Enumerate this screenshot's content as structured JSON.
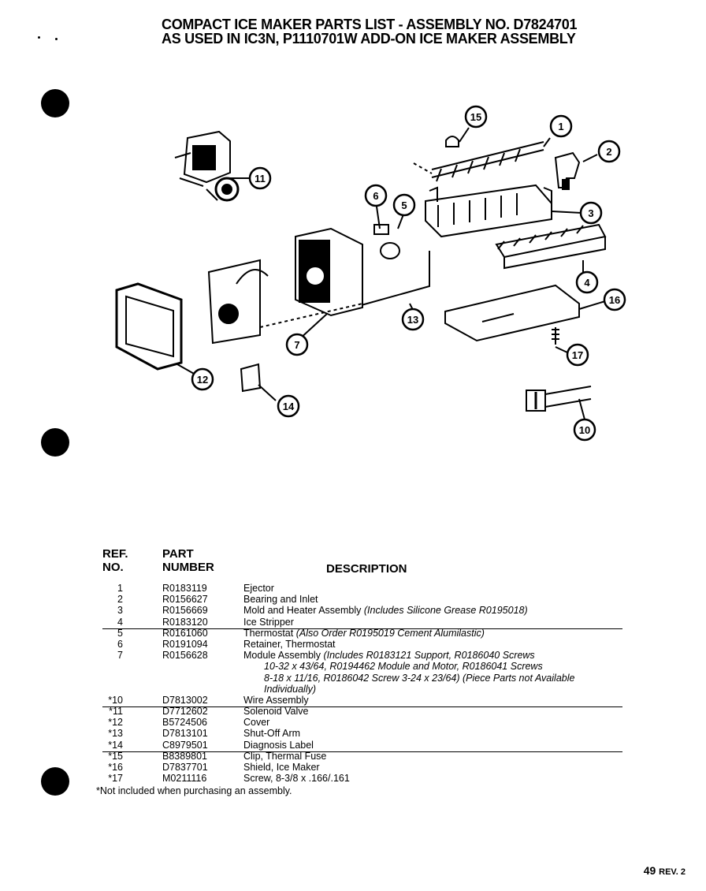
{
  "header": {
    "title_line1": "COMPACT ICE MAKER PARTS LIST - ASSEMBLY NO. D7824701",
    "title_line2": "AS USED IN IC3N, P1110701W ADD-ON ICE MAKER ASSEMBLY"
  },
  "diagram": {
    "callouts": [
      "1",
      "2",
      "3",
      "4",
      "5",
      "6",
      "7",
      "10",
      "11",
      "12",
      "13",
      "14",
      "15",
      "16",
      "17"
    ]
  },
  "table": {
    "col_ref_line1": "REF.",
    "col_ref_line2": "NO.",
    "col_part_line1": "PART",
    "col_part_line2": "NUMBER",
    "col_desc": "DESCRIPTION",
    "rows": [
      {
        "ref": "1",
        "part": "R0183119",
        "desc": "Ejector",
        "note": ""
      },
      {
        "ref": "2",
        "part": "R0156627",
        "desc": "Bearing and Inlet",
        "note": ""
      },
      {
        "ref": "3",
        "part": "R0156669",
        "desc": "Mold and Heater Assembly",
        "note": "(Includes Silicone Grease  R0195018)"
      },
      {
        "ref": "4",
        "part": "R0183120",
        "desc": "Ice Stripper",
        "note": ""
      },
      {
        "ref": "5",
        "part": "R0161060",
        "desc": "Thermostat",
        "note": "(Also Order R0195019 Cement Alumilastic)"
      },
      {
        "ref": "6",
        "part": "R0191094",
        "desc": "Retainer, Thermostat",
        "note": ""
      },
      {
        "ref": "7",
        "part": "R0156628",
        "desc": "Module Assembly",
        "note": "(Includes R0183121 Support, R0186040 Screws"
      },
      {
        "ref": "*10",
        "part": "D7813002",
        "desc": "Wire Assembly",
        "note": ""
      },
      {
        "ref": "*11",
        "part": "D7712602",
        "desc": "Solenoid Valve",
        "note": ""
      },
      {
        "ref": "*12",
        "part": "B5724506",
        "desc": "Cover",
        "note": ""
      },
      {
        "ref": "*13",
        "part": "D7813101",
        "desc": "Shut-Off Arm",
        "note": ""
      },
      {
        "ref": "*14",
        "part": "C8979501",
        "desc": "Diagnosis Label",
        "note": ""
      },
      {
        "ref": "*15",
        "part": "B8389801",
        "desc": "Clip, Thermal Fuse",
        "note": ""
      },
      {
        "ref": "*16",
        "part": "D7837701",
        "desc": "Shield, Ice Maker",
        "note": ""
      },
      {
        "ref": "*17",
        "part": "M0211116",
        "desc": "Screw, 8-3/8 x .166/.161",
        "note": ""
      }
    ],
    "row7_cont": [
      "10-32 x 43/64, R0194462 Module and Motor, R0186041 Screws",
      "8-18 x 11/16, R0186042 Screw 3-24 x 23/64)  (Piece Parts not Available",
      "Individually)"
    ],
    "footnote": "*Not included when purchasing an assembly."
  },
  "footer": {
    "page": "49",
    "rev": "REV. 2"
  }
}
